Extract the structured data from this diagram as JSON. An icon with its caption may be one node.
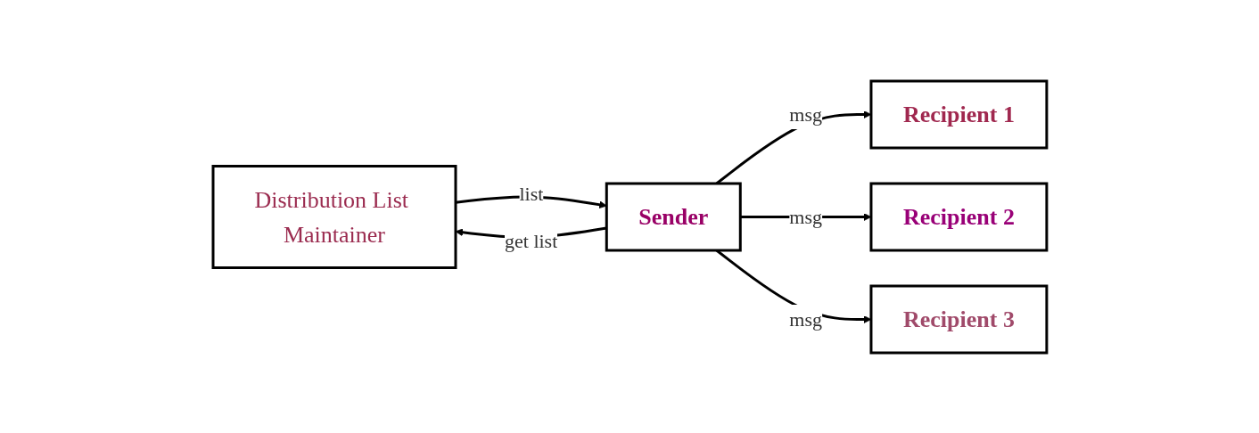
{
  "diagram": {
    "nodes": [
      {
        "text": [
          "Distribution List Maintainer"
        ]
      },
      {
        "text": [
          "Sender"
        ]
      },
      {
        "text": [
          "Recipient 1"
        ]
      },
      {
        "text": [
          "Recipient 2"
        ]
      },
      {
        "text": [
          "Recipient 3"
        ]
      }
    ],
    "edges": [
      {
        "from": 1,
        "to": 0,
        "arrow": "to",
        "label": "get list"
      },
      {
        "from": 0,
        "to": 1,
        "arrow": "to",
        "label": "list"
      },
      {
        "from": 1,
        "to": 2,
        "arrow": "to",
        "label": "msg"
      },
      {
        "from": 1,
        "to": 3,
        "arrow": "to",
        "label": "msg"
      },
      {
        "from": 1,
        "to": 4,
        "arrow": "to",
        "label": "msg"
      }
    ]
  }
}
